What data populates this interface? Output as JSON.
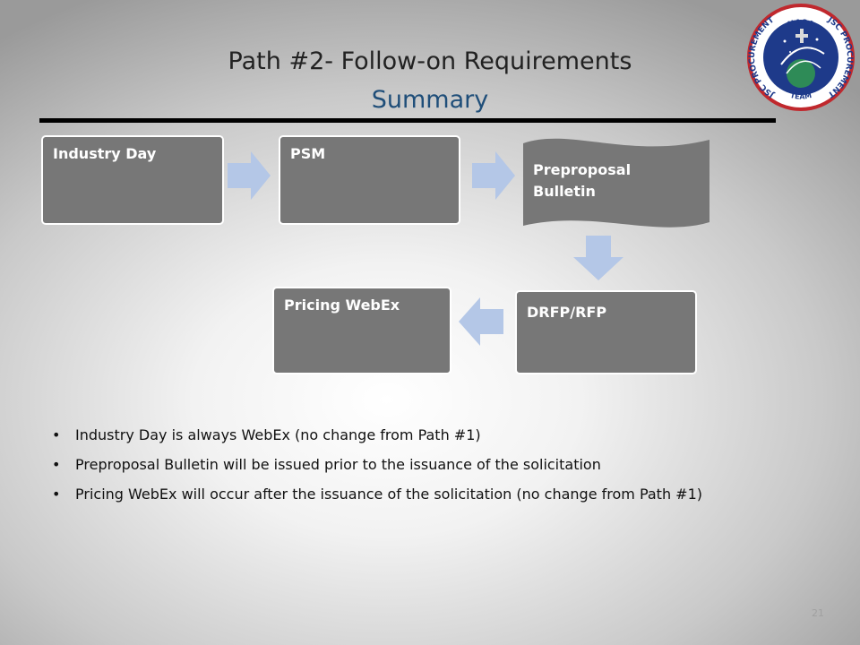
{
  "slide": {
    "title_line1": "Path #2- Follow-on Requirements",
    "title_line2": "Summary",
    "page_number": "21"
  },
  "flow": {
    "industry_day": "Industry Day",
    "psm": "PSM",
    "preproposal_bulletin": "Preproposal Bulletin",
    "drfp_rfp": "DRFP/RFP",
    "pricing_webex": "Pricing WebEx"
  },
  "bullets": [
    "Industry Day is always WebEx (no change from Path #1)",
    "Preproposal Bulletin will be issued prior to the issuance of the solicitation",
    "Pricing WebEx will occur after the issuance of the solicitation (no change from Path #1)"
  ],
  "logo": {
    "top_text": "NASA",
    "left_text": "JSC PROCUREMENT",
    "right_text": "JSC PROCUREMENT",
    "bottom_text": "TEAM"
  },
  "colors": {
    "box_fill": "#777777",
    "arrow_fill": "#b4c7e7",
    "title_accent": "#1f4e79",
    "logo_ring": "#c0282d",
    "logo_blue": "#1e3a8a"
  },
  "icons": {
    "arrow": "block-arrow-icon",
    "bullet": "bullet-dot"
  }
}
